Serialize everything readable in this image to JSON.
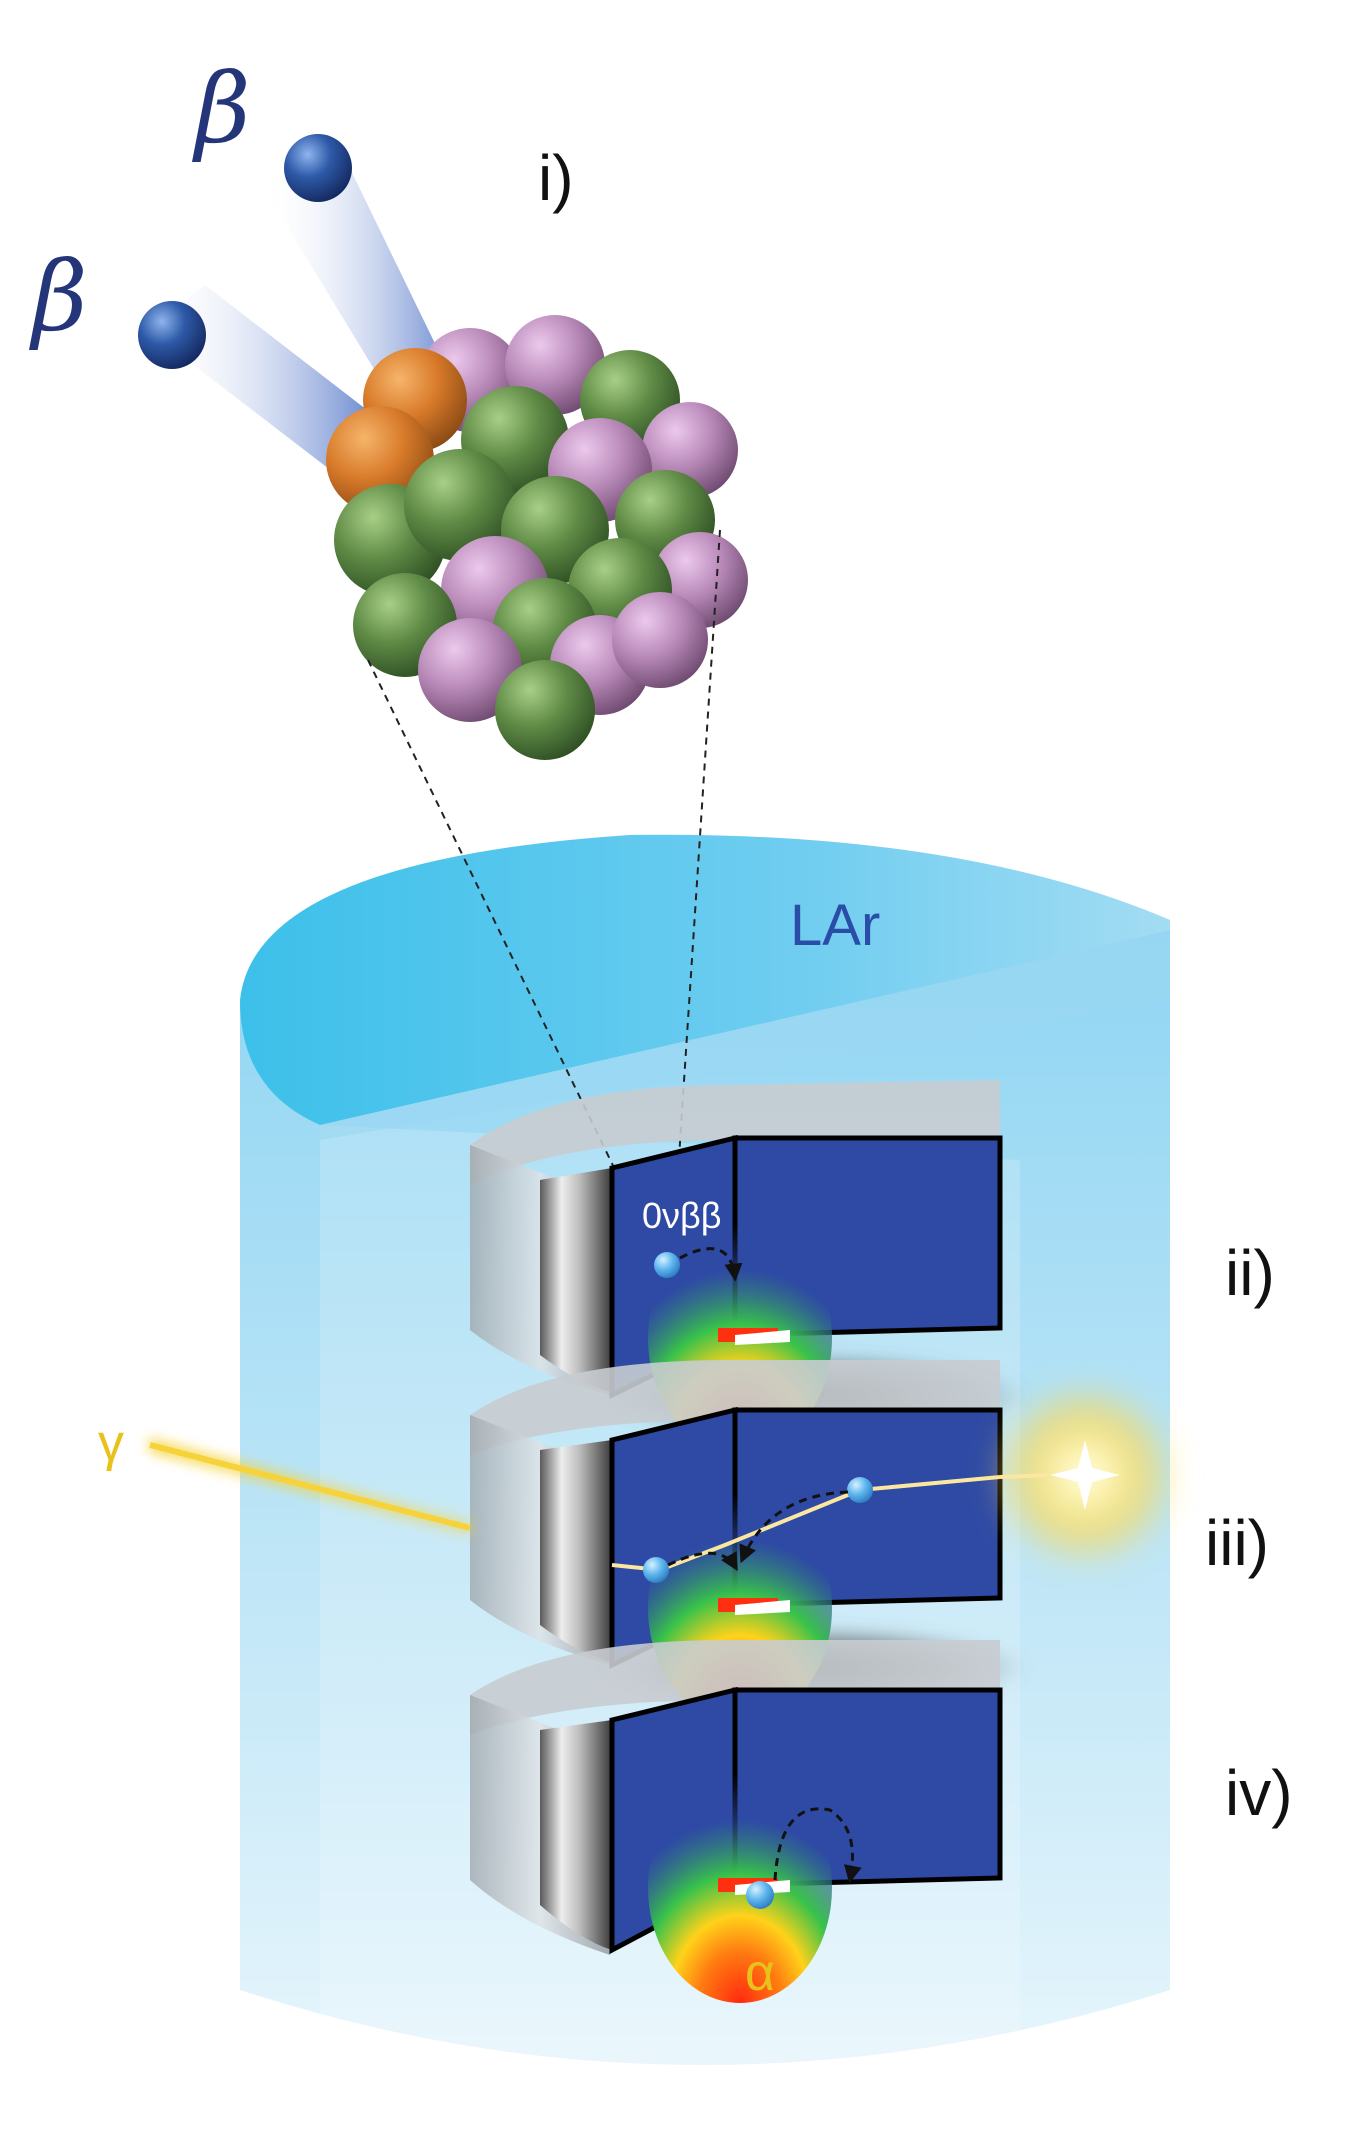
{
  "labels": {
    "beta_upper": "β",
    "beta_lower": "β",
    "step_i": "i)",
    "step_ii": "ii)",
    "step_iii": "iii)",
    "step_iv": "iv)",
    "lar": "LAr",
    "zero_nu_bb": "0νββ",
    "gamma": "γ",
    "alpha": "α"
  },
  "colors": {
    "beta_text": "#25357a",
    "label_text": "#111111",
    "lar_text": "#2a4ea8",
    "particle_text": "#e8c21a",
    "nucleon_green": "#4f7a3c",
    "nucleon_violet": "#b98ab9",
    "nucleon_orange": "#d87a2a",
    "detector_face": "#2e4aa4",
    "cryostat_blue": "#5cc6ea"
  },
  "icons": [
    "beta-particle-icon",
    "nucleus-icon",
    "detector-segment-icon",
    "gamma-flash-icon",
    "charge-carrier-icon"
  ]
}
